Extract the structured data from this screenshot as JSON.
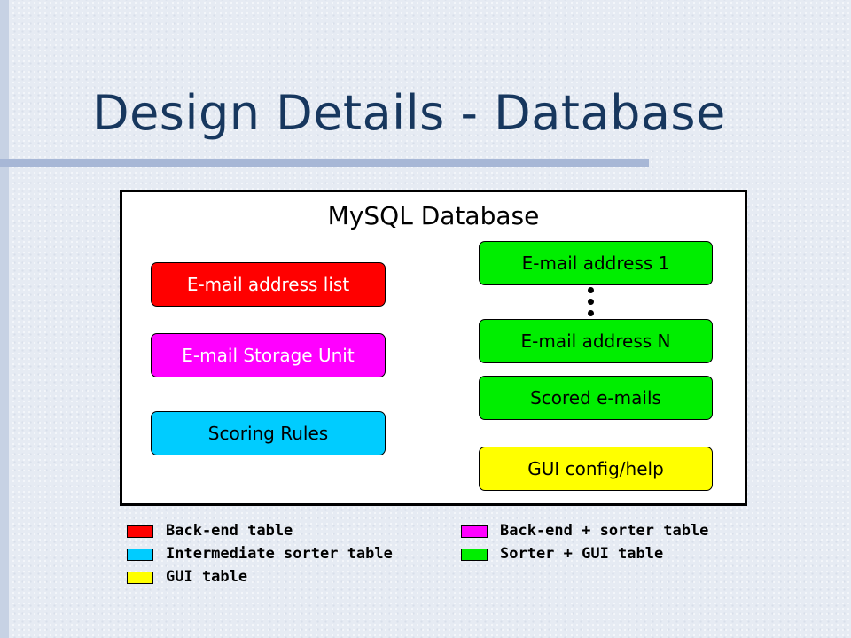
{
  "slide": {
    "title": "Design Details - Database"
  },
  "database": {
    "title": "MySQL Database",
    "tables": [
      {
        "label": "E-mail address list",
        "category": "Back-end table",
        "color": "#ff0000"
      },
      {
        "label": "E-mail Storage Unit",
        "category": "Back-end + sorter table",
        "color": "#ff00ff"
      },
      {
        "label": "Scoring Rules",
        "category": "Intermediate sorter table",
        "color": "#00ccff"
      },
      {
        "label": "E-mail address 1",
        "category": "Sorter + GUI table",
        "color": "#00ee00"
      },
      {
        "label": "E-mail address N",
        "category": "Sorter + GUI table",
        "color": "#00ee00"
      },
      {
        "label": "Scored e-mails",
        "category": "Sorter + GUI table",
        "color": "#00ee00"
      },
      {
        "label": "GUI config/help",
        "category": "GUI table",
        "color": "#ffff00"
      }
    ]
  },
  "legend": [
    {
      "label": "Back-end table",
      "color": "#ff0000"
    },
    {
      "label": "Intermediate sorter table",
      "color": "#00ccff"
    },
    {
      "label": "GUI table",
      "color": "#ffff00"
    },
    {
      "label": "Back-end + sorter table",
      "color": "#ff00ff"
    },
    {
      "label": "Sorter + GUI table",
      "color": "#00ee00"
    }
  ]
}
